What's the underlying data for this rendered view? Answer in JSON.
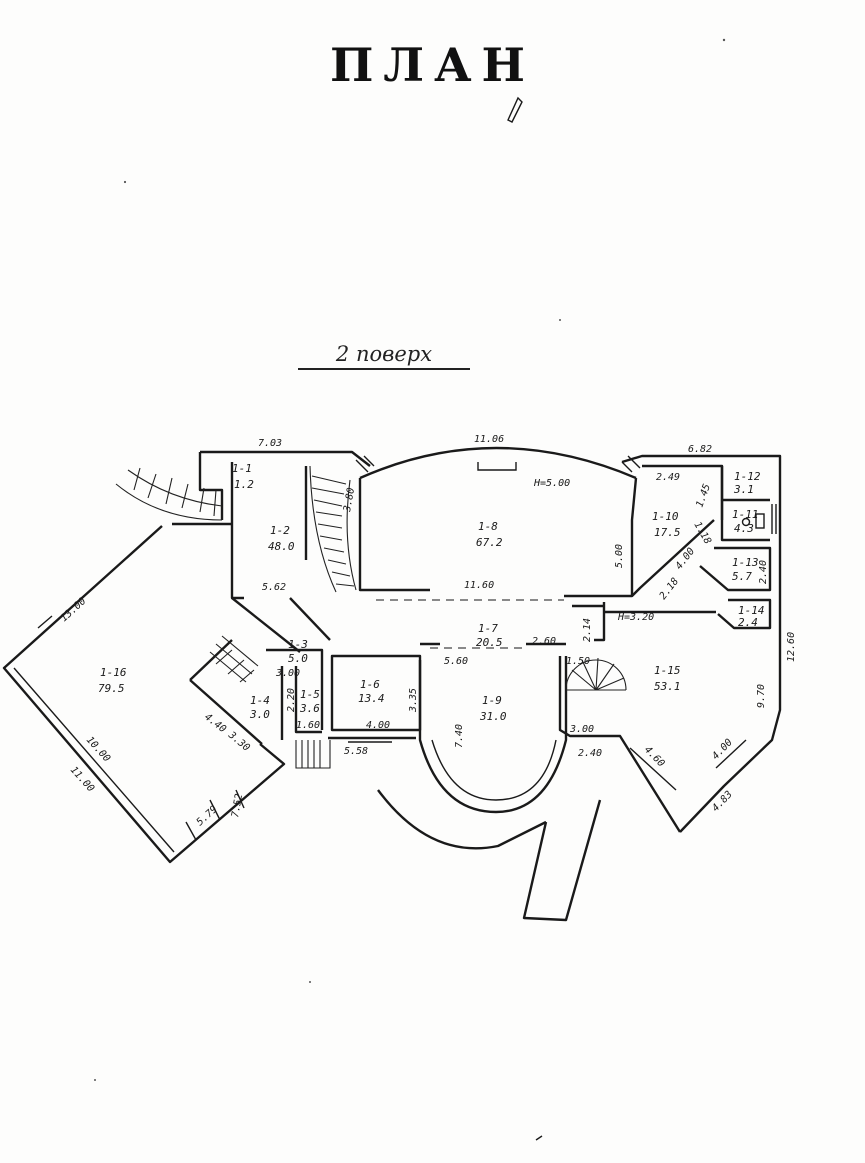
{
  "title": "ПЛАН",
  "floor_label": "2 поверх",
  "rooms": [
    {
      "id": "1-1",
      "area": "1.2"
    },
    {
      "id": "1-2",
      "area": "48.0"
    },
    {
      "id": "1-3",
      "area": "5.0"
    },
    {
      "id": "1-4",
      "area": "3.0"
    },
    {
      "id": "1-5",
      "area": "3.6"
    },
    {
      "id": "1-6",
      "area": "13.4"
    },
    {
      "id": "1-7",
      "area": "20.5"
    },
    {
      "id": "1-8",
      "area": "67.2"
    },
    {
      "id": "1-9",
      "area": "31.0"
    },
    {
      "id": "1-10",
      "area": "17.5"
    },
    {
      "id": "1-11",
      "area": "4.3"
    },
    {
      "id": "1-12",
      "area": "3.1"
    },
    {
      "id": "1-13",
      "area": "5.7"
    },
    {
      "id": "1-14",
      "area": "2.4"
    },
    {
      "id": "1-15",
      "area": "53.1"
    },
    {
      "id": "1-16",
      "area": "79.5"
    }
  ],
  "dimensions": {
    "top_left": "7.03",
    "top_middle": "11.06",
    "top_right": "6.82",
    "height_main": "H=5.00",
    "height_right": "H=3.20",
    "right_side": "12.60",
    "hall_width": "11.60",
    "hall_lower": "5.60",
    "room_1_8_side": "5.00",
    "room_1_7_side": "2.14",
    "step_2_60": "2.60",
    "left_upper": "13.00",
    "left_lower": "10.00",
    "left_bottom": "11.00",
    "room_1_16_a": "5.79",
    "room_1_16_b": "7.52",
    "room_1_16_c": "4.40",
    "room_1_2_dim": "5.62",
    "stair_dim": "3.80",
    "room_1_3_dim": "3.00",
    "room_1_4_dim": "3.30",
    "room_1_5_a": "2.20",
    "room_1_5_b": "1.60",
    "room_1_6_a": "4.00",
    "room_1_6_b": "5.58",
    "room_1_6_side": "3.35",
    "room_1_9_side": "7.40",
    "room_1_15_a": "9.70",
    "room_1_15_b": "4.00",
    "room_1_15_c": "4.83",
    "room_1_15_d": "4.60",
    "room_1_15_e": "2.40",
    "room_1_15_f": "3.00",
    "room_1_15_g": "1.50",
    "room_1_10_a": "2.49",
    "room_1_10_b": "4.00",
    "room_1_10_c": "2.18",
    "room_1_10_d": "1.45",
    "room_1_10_e": "1.18",
    "room_1_13_side": "2.40"
  }
}
